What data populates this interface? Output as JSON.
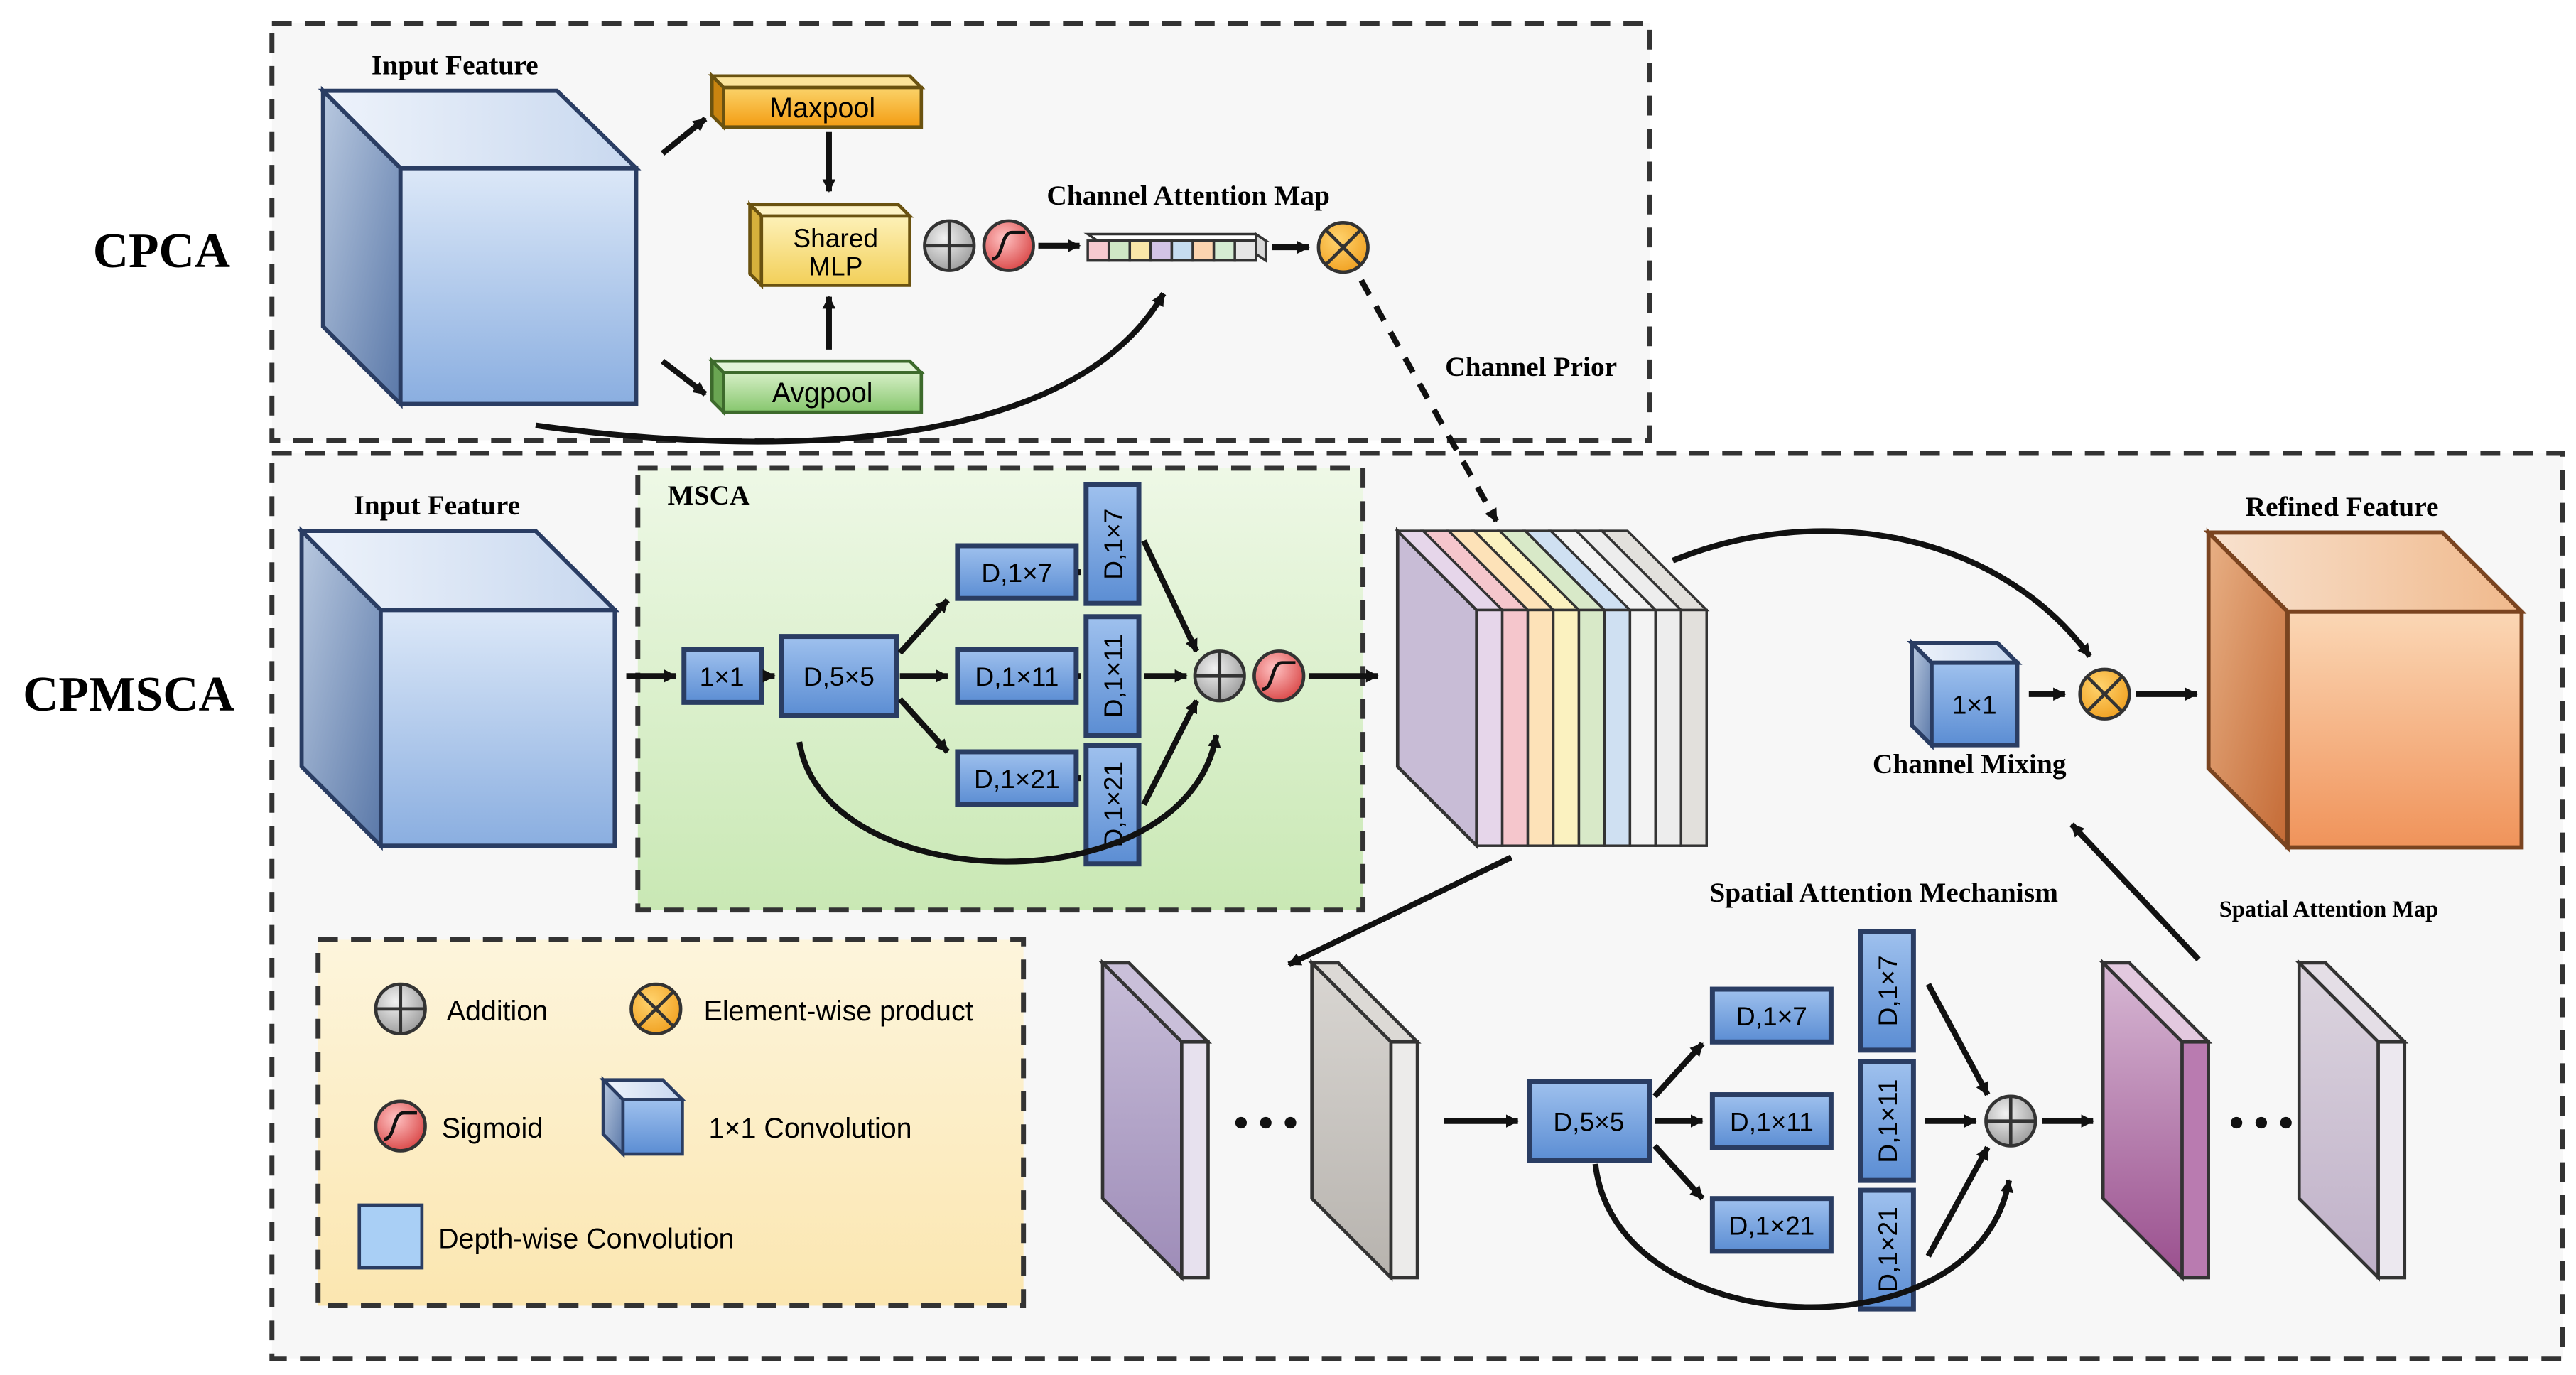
{
  "labels": {
    "cpca": "CPCA",
    "cpmsca": "CPMSCA",
    "input_feature_top": "Input Feature",
    "input_feature_bottom": "Input Feature",
    "msca": "MSCA",
    "channel_attention_map": "Channel Attention Map",
    "channel_prior": "Channel Prior",
    "refined_feature": "Refined Feature",
    "channel_mixing": "Channel Mixing",
    "spatial_attention_mechanism": "Spatial Attention Mechanism",
    "spatial_attention_map": "Spatial Attention Map"
  },
  "cpca": {
    "maxpool": "Maxpool",
    "avgpool": "Avgpool",
    "shared_mlp_line1": "Shared",
    "shared_mlp_line2": "MLP"
  },
  "msca_branch": {
    "conv_1x1": "1×1",
    "dw_5x5": "D,5×5",
    "h7": "D,1×7",
    "h11": "D,1×11",
    "h21": "D,1×21",
    "v7": "D,1×7",
    "v11": "D,1×11",
    "v21": "D,1×21"
  },
  "spatial_branch": {
    "dw_5x5": "D,5×5",
    "h7": "D,1×7",
    "h11": "D,1×11",
    "h21": "D,1×21",
    "v7": "D,1×7",
    "v11": "D,1×11",
    "v21": "D,1×21"
  },
  "channel_mixing_conv": "1×1",
  "legend": {
    "addition": "Addition",
    "element_wise_product": "Element-wise product",
    "sigmoid": "Sigmoid",
    "conv_1x1": "1×1 Convolution",
    "depth_wise_convolution": "Depth-wise Convolution"
  },
  "colors": {
    "msca_background": "#d6efc6",
    "legend_background": "#fdf0c8",
    "depthwise_box": "#6f9fd8",
    "maxpool": "#f4a81c",
    "avgpool": "#8ccc78",
    "shared_mlp": "#f5d66a",
    "sigmoid": "#e85a5a",
    "product": "#f5a623",
    "addition": "#b8b8b8",
    "refined_feature": "#f0935a",
    "input_feature": "#8aaee0"
  },
  "channel_attention_map_colors": [
    "#f6c9cf",
    "#cfe7c5",
    "#f9e6a8",
    "#d3c4e6",
    "#c6dcf0",
    "#fbd4b0",
    "#d5ecd3",
    "#e6e6e6"
  ],
  "feature_map_slice_colors": [
    "#e6d6ea",
    "#f5c6cc",
    "#fde2b8",
    "#fbf2c0",
    "#d8e9c8",
    "#cfe0f2",
    "#f3f3f3",
    "#ededed",
    "#e2e0dc"
  ],
  "icons": {
    "addition": "plus-circle-icon",
    "element_wise_product": "times-circle-icon",
    "sigmoid": "sigmoid-icon",
    "conv_1x1": "cube-icon",
    "depth_wise_convolution": "square-icon",
    "ellipsis": "ellipsis-icon"
  }
}
